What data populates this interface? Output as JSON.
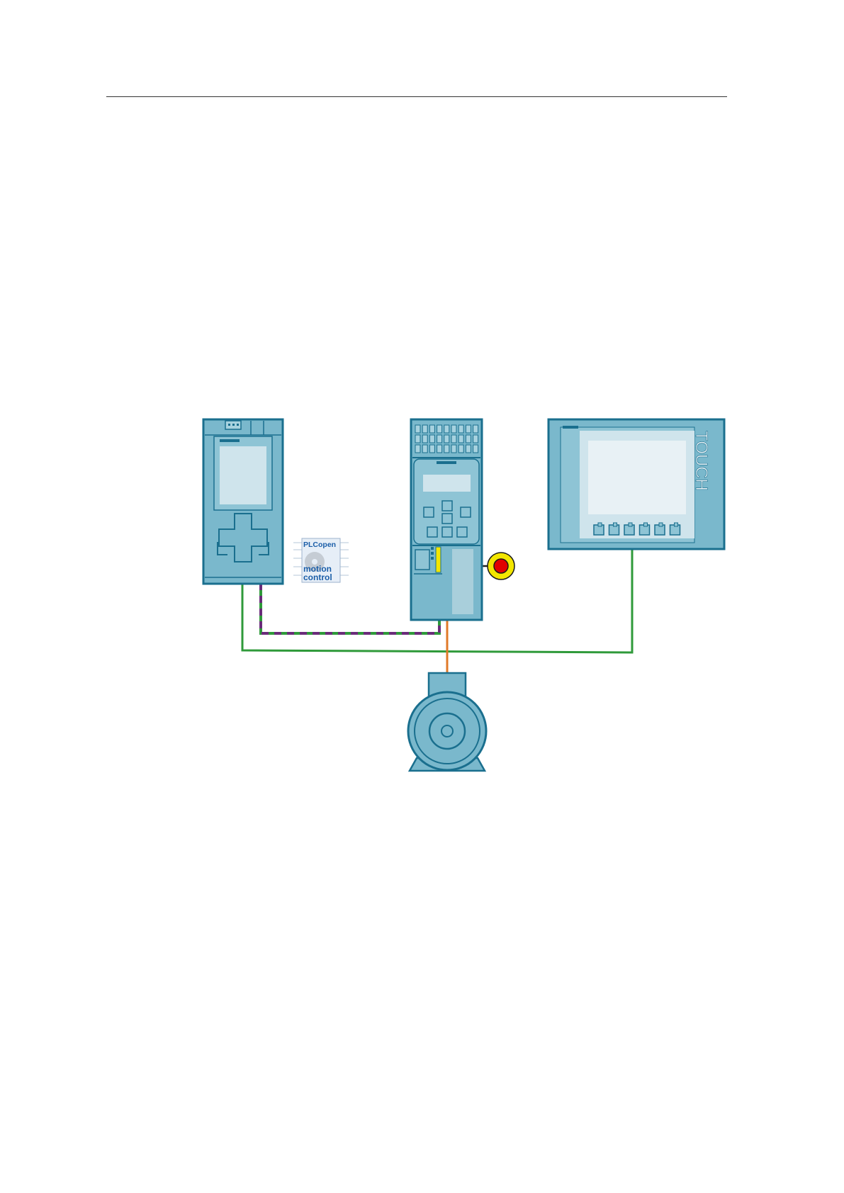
{
  "colors": {
    "device_fill": "#7ab8cc",
    "device_stroke": "#1a6f8e",
    "screen_fill": "#cfe4ec",
    "screen_inner": "#e8f1f5",
    "profinet_green": "#2f9a3a",
    "drive_cliq_purple": "#6a2c7a",
    "power_orange": "#e07a28",
    "estop_red": "#e00000",
    "estop_yellow": "#f3e600",
    "safety_yellow": "#f3e600",
    "plcopen_blue": "#1b5ea8"
  },
  "devices": {
    "plc": {
      "icon": "plc-cpu-icon"
    },
    "drive": {
      "icon": "sinamics-drive-icon"
    },
    "hmi": {
      "icon": "hmi-touch-panel-icon",
      "brand_text": "TOUCH"
    },
    "motor": {
      "icon": "motor-icon"
    },
    "estop": {
      "icon": "emergency-stop-icon"
    }
  },
  "logo": {
    "line1": "PLCopen",
    "line2a": "motion",
    "line2b": "control"
  }
}
